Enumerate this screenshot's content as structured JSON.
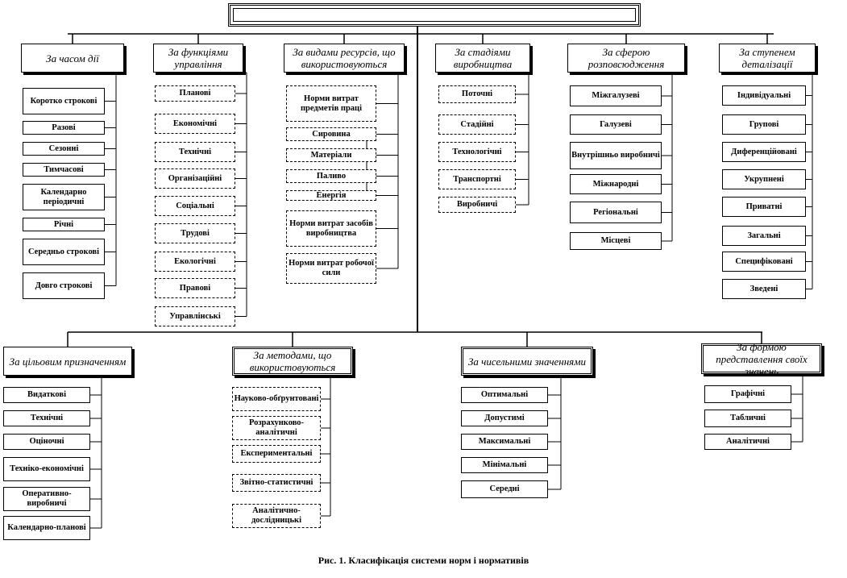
{
  "root_title": "",
  "top_groups": [
    {
      "title": "За часом дії",
      "items": [
        "Коротко строкові",
        "Разові",
        "Сезонні",
        "Тимчасові",
        "Календарно періодичні",
        "Річні",
        "Середньо строкові",
        "Довго строкові"
      ]
    },
    {
      "title": "За функціями управління",
      "items": [
        "Планові",
        "Економічні",
        "Технічні",
        "Організаційні",
        "Соціальні",
        "Трудові",
        "Екологічні",
        "Правові",
        "Управлінські"
      ]
    },
    {
      "title": "За видами ресурсів, що використовуються",
      "items": [
        "Норми витрат предметів праці",
        "Сировина",
        "Матеріали",
        "Паливо",
        "Енергія",
        "Норми витрат засобів виробництва",
        "Норми витрат робочої сили"
      ]
    },
    {
      "title": "За стадіями виробництва",
      "items": [
        "Поточні",
        "Стадійні",
        "Технологічні",
        "Транспортні",
        "Виробничі"
      ]
    },
    {
      "title": "За сферою розповсюдження",
      "items": [
        "Міжгалузеві",
        "Галузеві",
        "Внутрішньо виробничі",
        "Міжнародні",
        "Регіональні",
        "Місцеві"
      ]
    },
    {
      "title": "За ступенем деталізації",
      "items": [
        "Індивідуальні",
        "Групові",
        "Диференційовані",
        "Укрупнені",
        "Приватні",
        "Загальні",
        "Специфіковані",
        "Зведені"
      ]
    }
  ],
  "bottom_groups": [
    {
      "title": "За цільовим призначенням",
      "items": [
        "Видаткові",
        "Технічні",
        "Оціночні",
        "Техніко-економічні",
        "Оперативно-виробничі",
        "Календарно-планові"
      ]
    },
    {
      "title": "За методами, що використовуються",
      "items": [
        "Науково-обґрунтовані",
        "Розрахунково-аналітичні",
        "Експериментальні",
        "Звітно-статистичні",
        "Аналітично-дослідницькі"
      ]
    },
    {
      "title": "За чисельними значеннями",
      "items": [
        "Оптимальні",
        "Допустимі",
        "Максимальні",
        "Мінімальні",
        "Середні"
      ]
    },
    {
      "title": "За формою представлення своїх значень",
      "items": [
        "Графічні",
        "Табличні",
        "Аналітичні"
      ]
    }
  ],
  "caption": "Рис. 1. Класифікація системи норм і нормативів"
}
